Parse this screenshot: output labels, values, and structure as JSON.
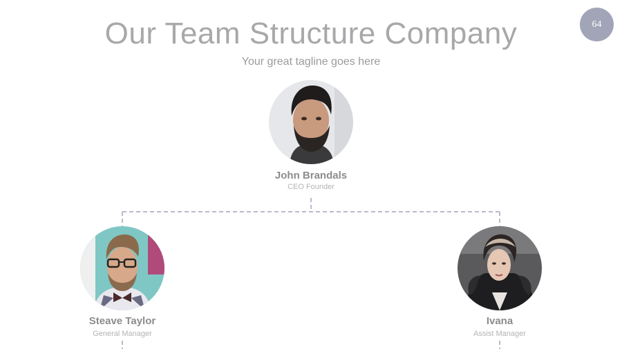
{
  "header": {
    "title": "Our Team Structure Company",
    "tagline": "Your great tagline goes here",
    "page_number": "64"
  },
  "colors": {
    "title": "#a8a8ab",
    "connector": "#b8bac9",
    "badge": "#a2a5b8"
  },
  "team": [
    {
      "name": "John Brandals",
      "role": "CEO Founder"
    },
    {
      "name": "Steave Taylor",
      "role": "General Manager"
    },
    {
      "name": "Ivana",
      "role": "Assist Manager"
    }
  ]
}
